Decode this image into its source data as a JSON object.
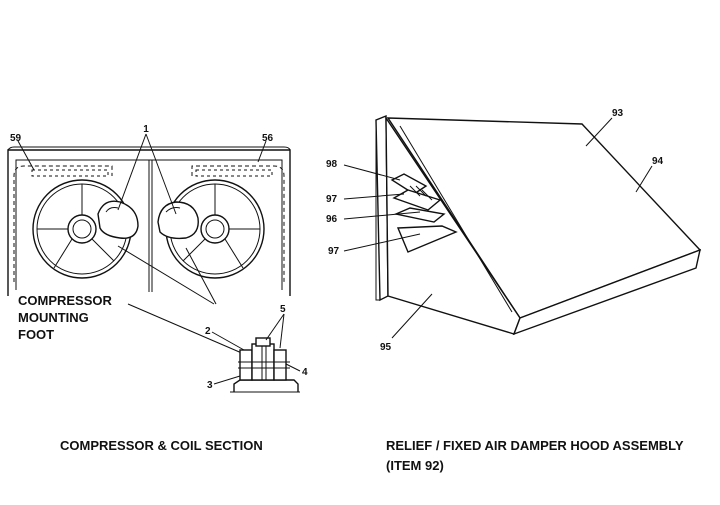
{
  "left_view": {
    "callouts": {
      "c59": "59",
      "c56": "56",
      "c1": "1",
      "c2": "2",
      "c3": "3",
      "c4": "4",
      "c5": "5"
    },
    "note_lines": [
      "COMPRESSOR",
      "MOUNTING",
      "FOOT"
    ],
    "caption": "COMPRESSOR & COIL SECTION"
  },
  "right_view": {
    "callouts": {
      "c93": "93",
      "c94": "94",
      "c98": "98",
      "c97a": "97",
      "c96": "96",
      "c97b": "97",
      "c95": "95"
    },
    "caption_line1": "RELIEF / FIXED AIR DAMPER HOOD ASSEMBLY",
    "caption_line2": "(ITEM 92)"
  }
}
